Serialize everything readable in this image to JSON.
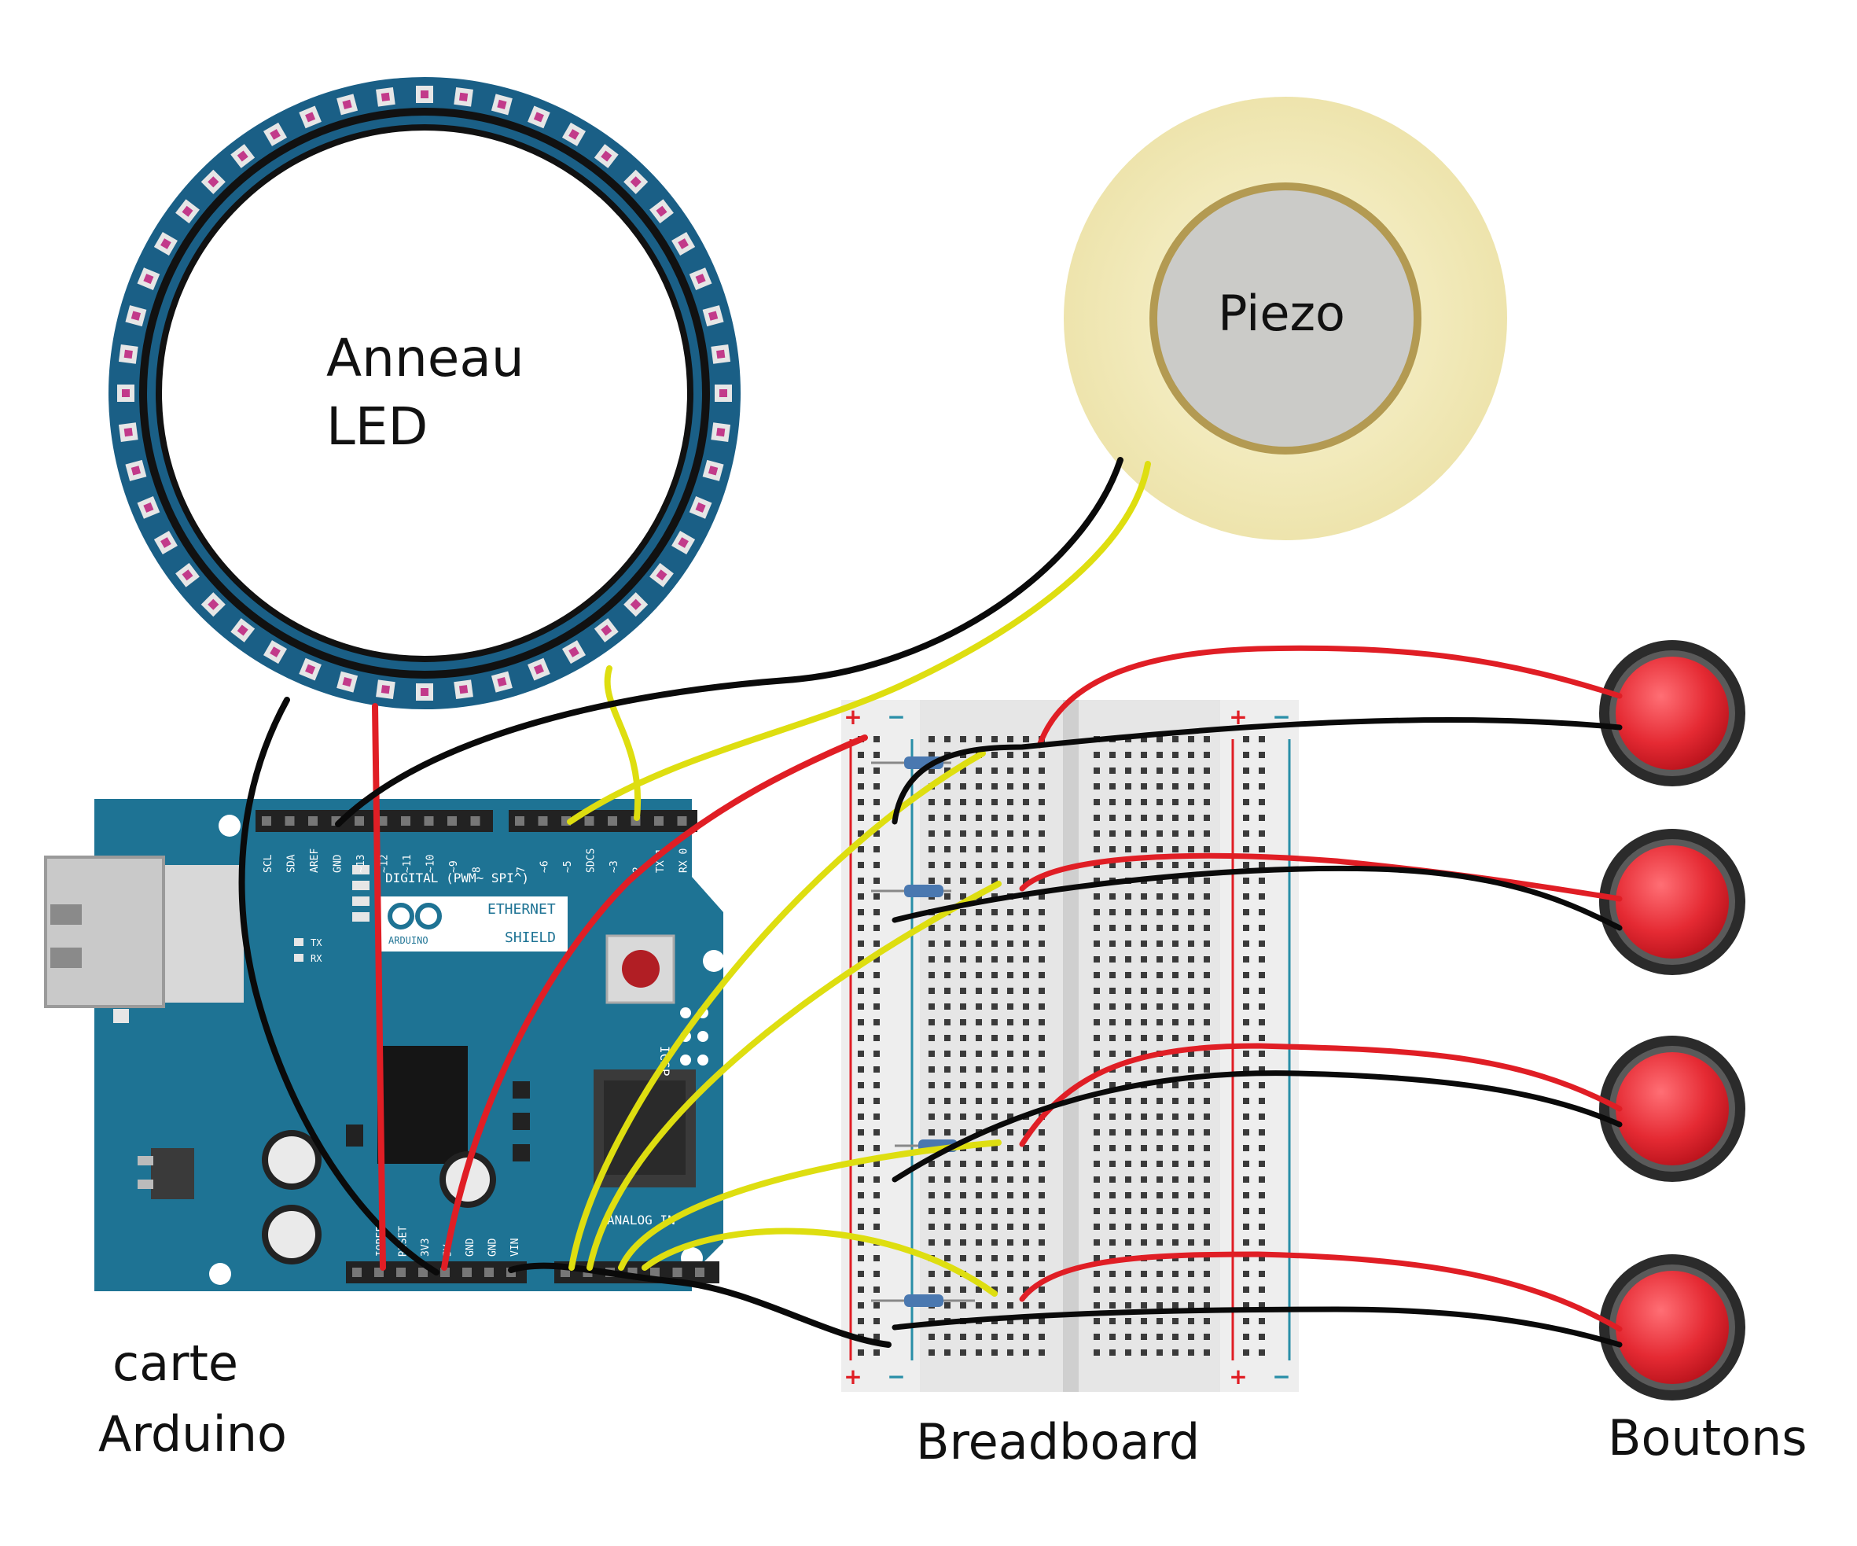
{
  "labels": {
    "ring": [
      "Anneau",
      "LED"
    ],
    "piezo": "Piezo",
    "arduino": [
      "carte",
      "Arduino"
    ],
    "breadboard": "Breadboard",
    "buttons": "Boutons"
  },
  "arduino_board": {
    "logo_text": "ARDUINO",
    "shield_title": [
      "ETHERNET",
      "SHIELD"
    ],
    "digital_header": "DIGITAL (PWM~ SPI^)",
    "analog_header": "ANALOG IN",
    "icsp": "ICSP",
    "tx": "TX",
    "rx": "RX",
    "top_pins_left": [
      "SCL",
      "SDA",
      "AREF",
      "GND",
      "~13",
      "~12",
      "~11",
      "~10",
      "~9",
      "8"
    ],
    "top_pins_right": [
      "7",
      "~6",
      "~5",
      "SDCS",
      "~3",
      "2",
      "TX 1",
      "RX 0"
    ],
    "bottom_pins": [
      "IOREF",
      "RESET",
      "3V3",
      "5V",
      "GND",
      "GND",
      "VIN"
    ]
  },
  "breadboard": {
    "plus": "+",
    "minus": "−"
  },
  "colors": {
    "board": "#1e7394",
    "ring_pcb": "#1a5f86",
    "wire_red": "#e01e25",
    "wire_black": "#0a0a0a",
    "wire_yellow": "#dede10",
    "button_red": "#e52a33",
    "piezo_outer": "#f3edc1",
    "piezo_inner": "#c9c9c9"
  },
  "icons": [
    "led-ring",
    "piezo-buzzer",
    "arduino-board",
    "breadboard",
    "push-button"
  ],
  "button_count": 4
}
